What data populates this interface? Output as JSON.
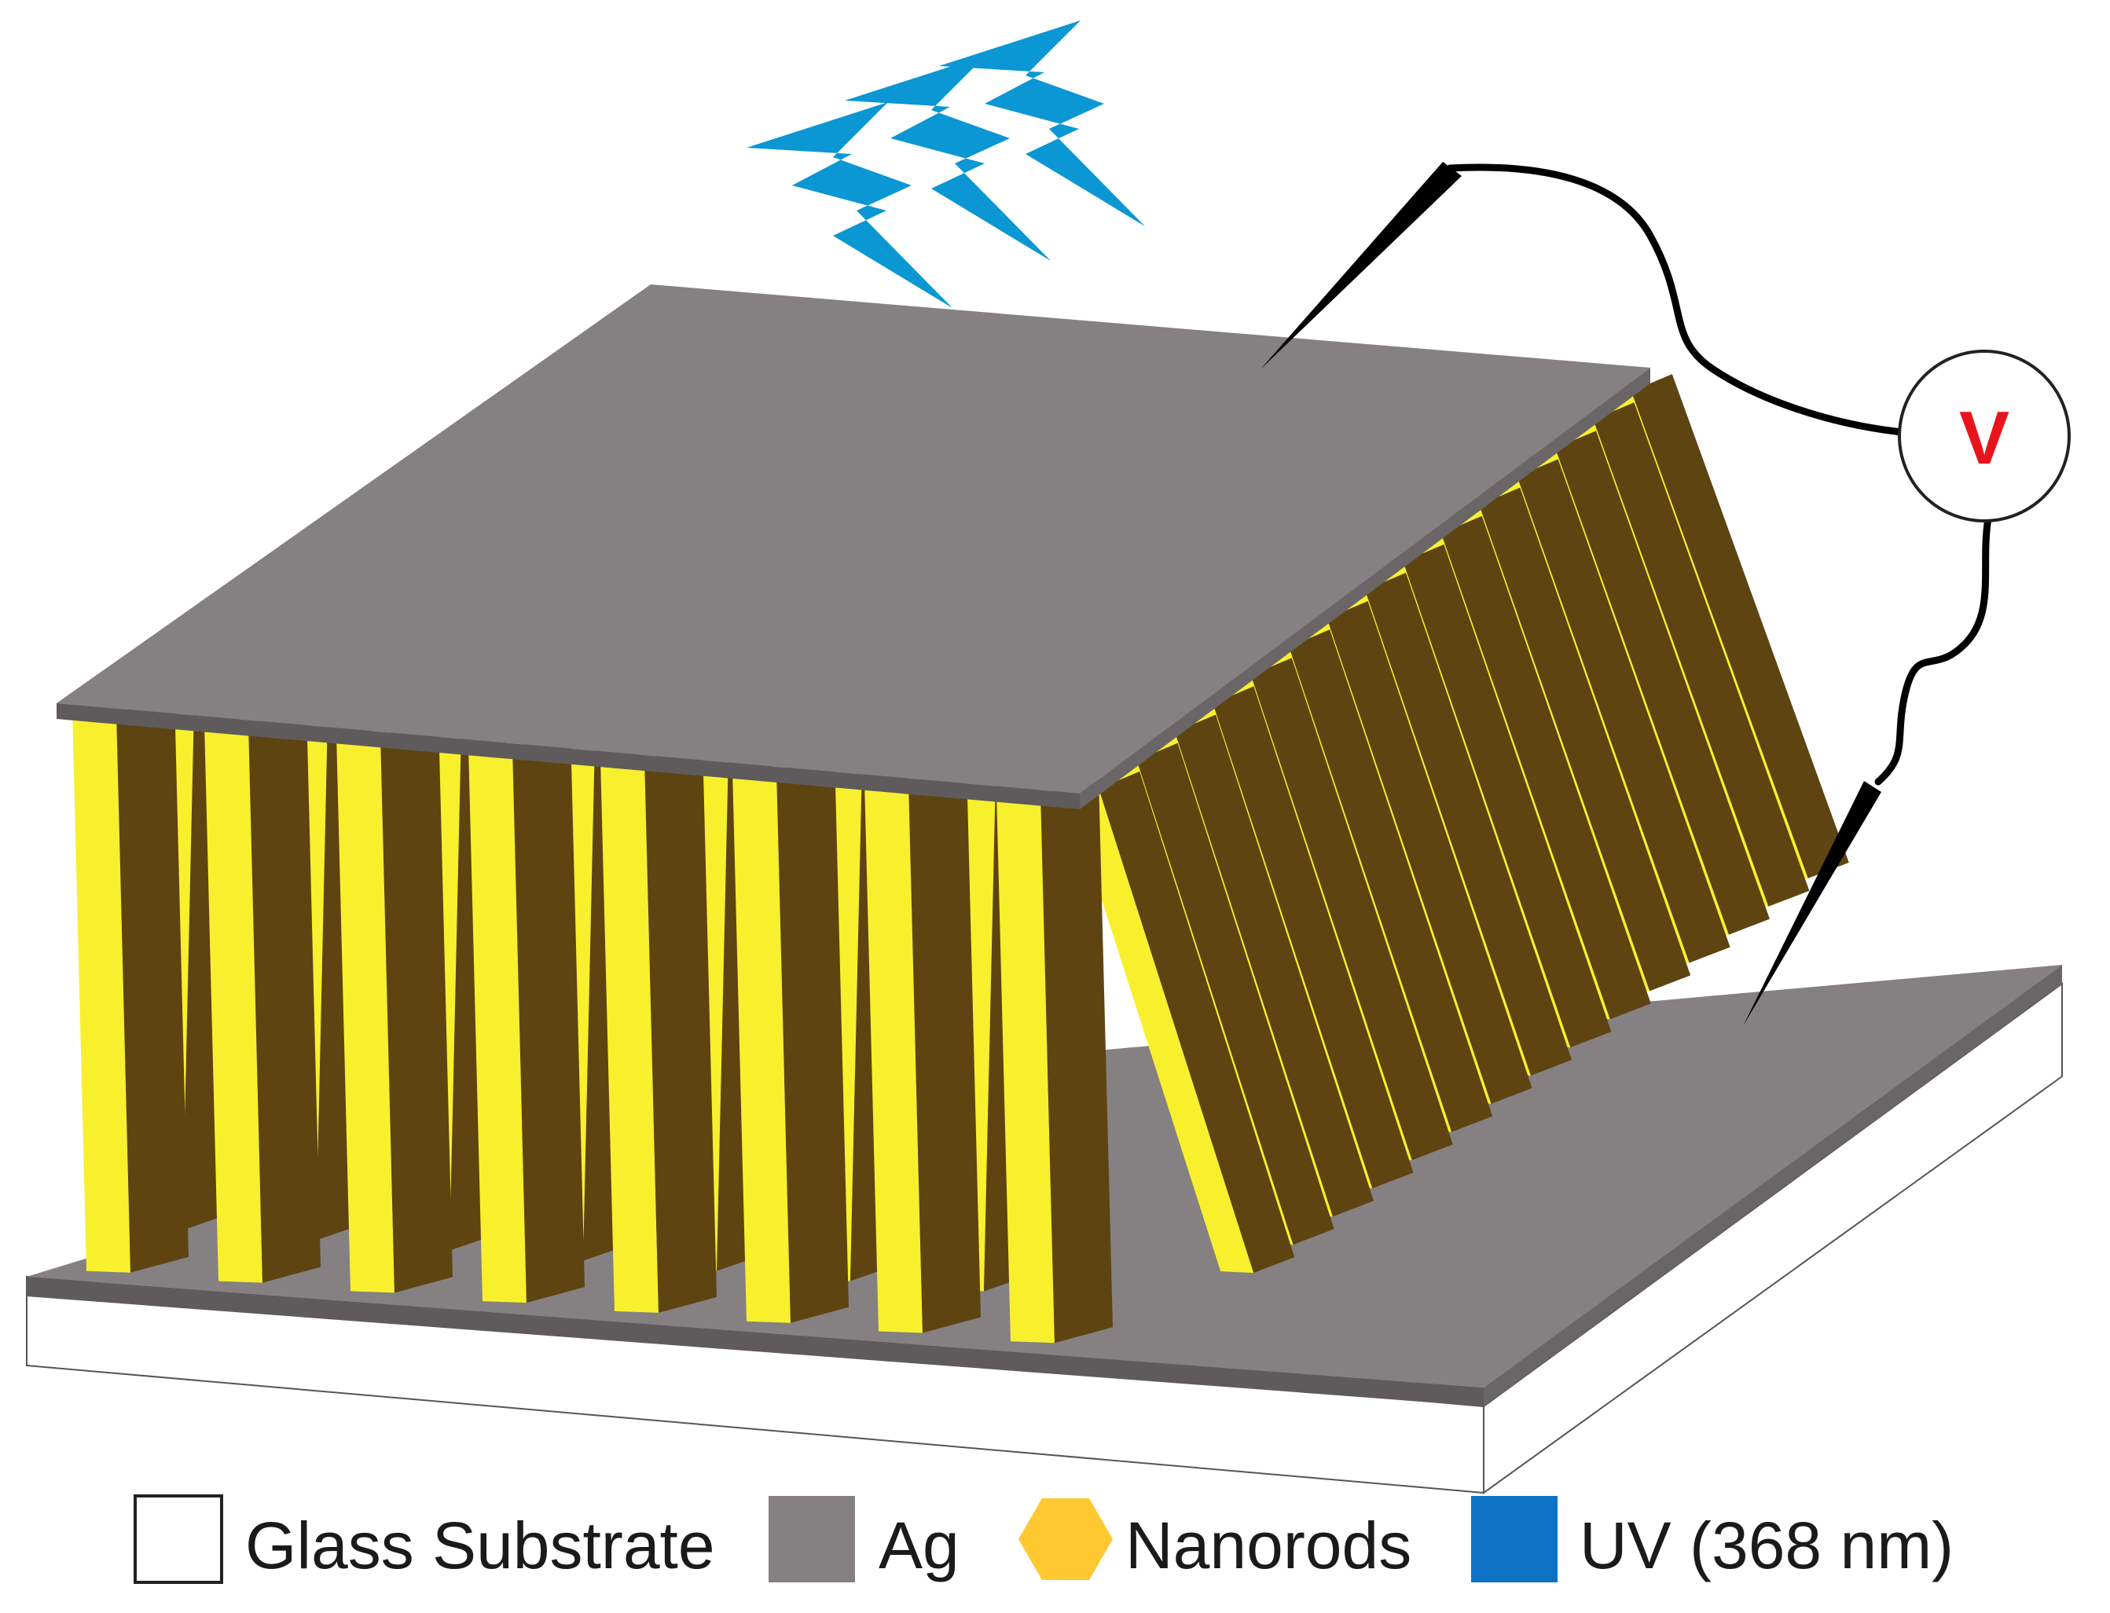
{
  "diagram": {
    "meter": {
      "label": "V"
    },
    "legend": [
      {
        "key": "glass",
        "label": "Glass Substrate",
        "swatch_shape": "square",
        "color": "#ffffff"
      },
      {
        "key": "ag",
        "label": "Ag",
        "swatch_shape": "square",
        "color": "#858081"
      },
      {
        "key": "nanorods",
        "label": "Nanorods",
        "swatch_shape": "hexagon",
        "color": "#ffc830"
      },
      {
        "key": "uv",
        "label": "UV (368 nm)",
        "swatch_shape": "square",
        "color": "#0d72c4"
      }
    ],
    "colors": {
      "ag": "#858081",
      "ag_edge": "#595959",
      "rod_front": "#f8f02c",
      "rod_side": "#5e4410",
      "uv": "#0a97d4",
      "meter_text": "#e8141c",
      "wire": "#000000"
    },
    "components": {
      "rods": "nanorod-array",
      "wire": "probe-wire"
    }
  }
}
